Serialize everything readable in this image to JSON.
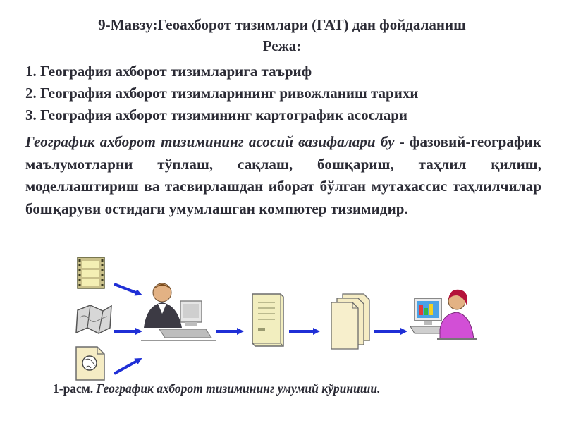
{
  "heading": {
    "title": "9-Мавзу:Геоахборот тизимлари (ГАТ) дан фойдаланиш",
    "plan_label": "Режа:"
  },
  "plan": {
    "items": [
      "1. География ахборот тизимларига таъриф",
      "2. География ахборот тизимларининг ривожланиш тарихи",
      "3. География ахборот тизимининг картографик асослари"
    ]
  },
  "definition": {
    "lead": "Географик ахборот тизимининг асосий вазифалари бу",
    "body": " - фазовий-географик маълумотларни тўплаш, сақлаш, бошқариш, таҳлил қилиш, моделлаштириш ва тасвирлашдан иборат бўлган мутахассис таҳлилчилар бошқаруви остидаги умумлашган компютер тизимидир."
  },
  "figure": {
    "caption_label": "1-расм.",
    "caption_text": " Географик ахборот тизимининг умумий кўриниши.",
    "icons": [
      "film-strip-icon",
      "map-fold-icon",
      "globe-document-icon",
      "operator-computer-icon",
      "server-icon",
      "documents-stack-icon",
      "user-workstation-icon"
    ],
    "colors": {
      "arrow": "#1f2fd6",
      "paper": "#f5ecc4",
      "outline": "#6b6b6b",
      "server": "#f2eebf",
      "monitor_screen": "#4aa2e6",
      "person_shirt": "#d24fd6",
      "person_hair": "#b4123a"
    }
  }
}
